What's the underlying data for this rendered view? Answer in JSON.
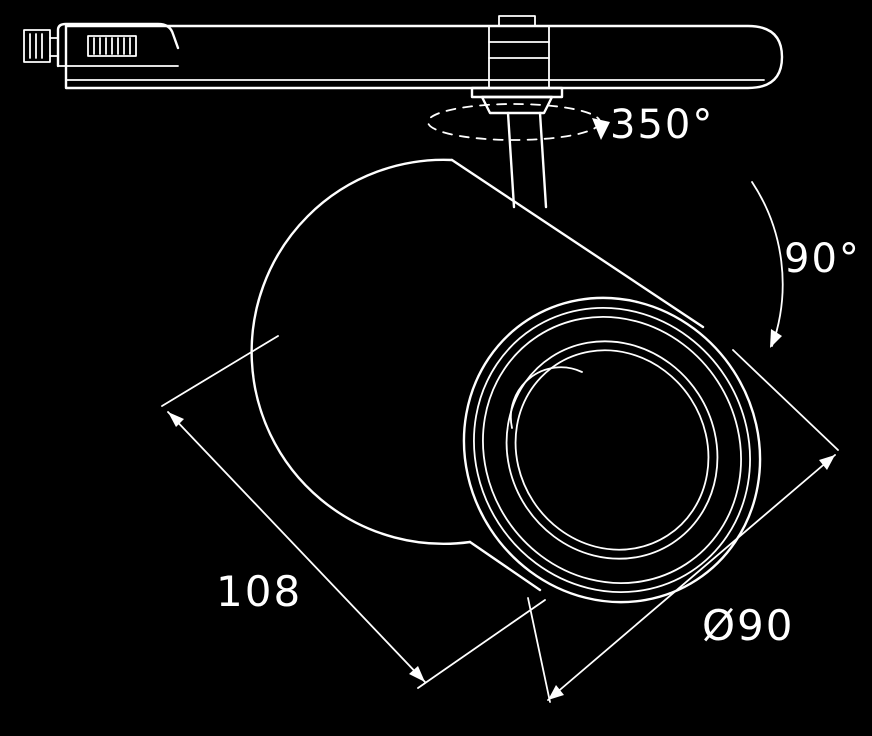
{
  "canvas": {
    "background": "#000000",
    "line_color": "#ffffff"
  },
  "annotations": {
    "rotation_label": "350°",
    "tilt_label": "90°",
    "length_label": "108",
    "diameter_label": "Ø90"
  }
}
